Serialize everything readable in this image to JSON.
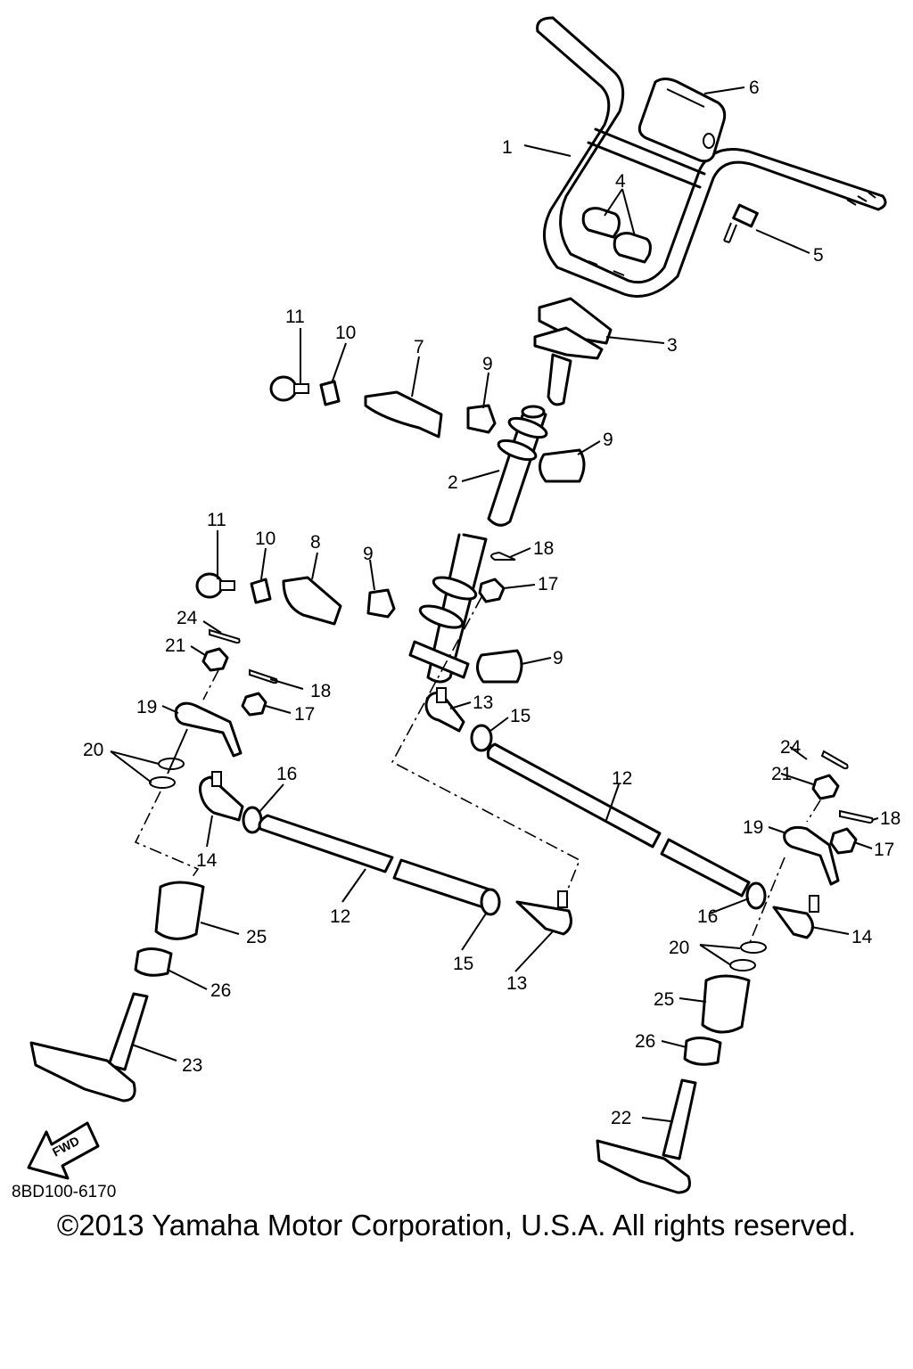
{
  "diagram": {
    "code": "8BD100-6170",
    "fwd_label": "FWD",
    "copyright": "©2013 Yamaha Motor Corporation, U.S.A. All rights reserved.",
    "callouts": [
      "1",
      "2",
      "3",
      "4",
      "5",
      "6",
      "7",
      "8",
      "9",
      "9",
      "9",
      "9",
      "10",
      "10",
      "11",
      "11",
      "12",
      "12",
      "13",
      "13",
      "14",
      "14",
      "15",
      "15",
      "16",
      "16",
      "17",
      "17",
      "17",
      "18",
      "18",
      "18",
      "19",
      "19",
      "20",
      "20",
      "21",
      "21",
      "22",
      "23",
      "24",
      "24",
      "25",
      "25",
      "26",
      "26"
    ]
  }
}
